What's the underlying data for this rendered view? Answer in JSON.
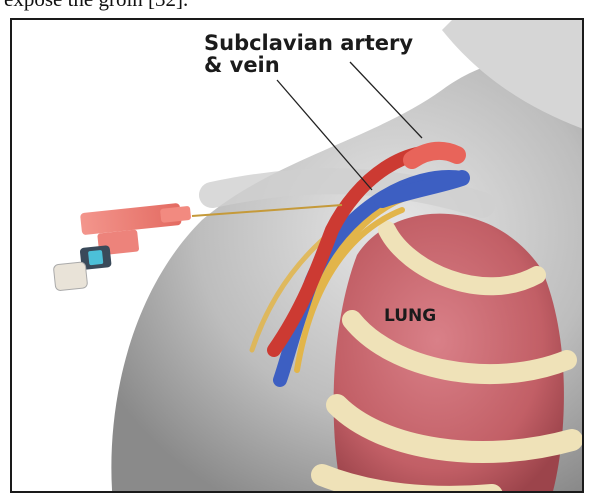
{
  "caption": "expose the groin [32].",
  "figure": {
    "label_vessel_line1": "Subclavian artery",
    "label_vessel_line2": "& vein",
    "label_lung": "LUNG"
  },
  "colors": {
    "artery": "#cc3a32",
    "vein": "#3d5fc2",
    "nerve": "#e2b54a",
    "lung": "#c7636a",
    "rib": "#efe2b8",
    "needle_hub": "#e8645a",
    "skin": "#bdbdbd"
  }
}
